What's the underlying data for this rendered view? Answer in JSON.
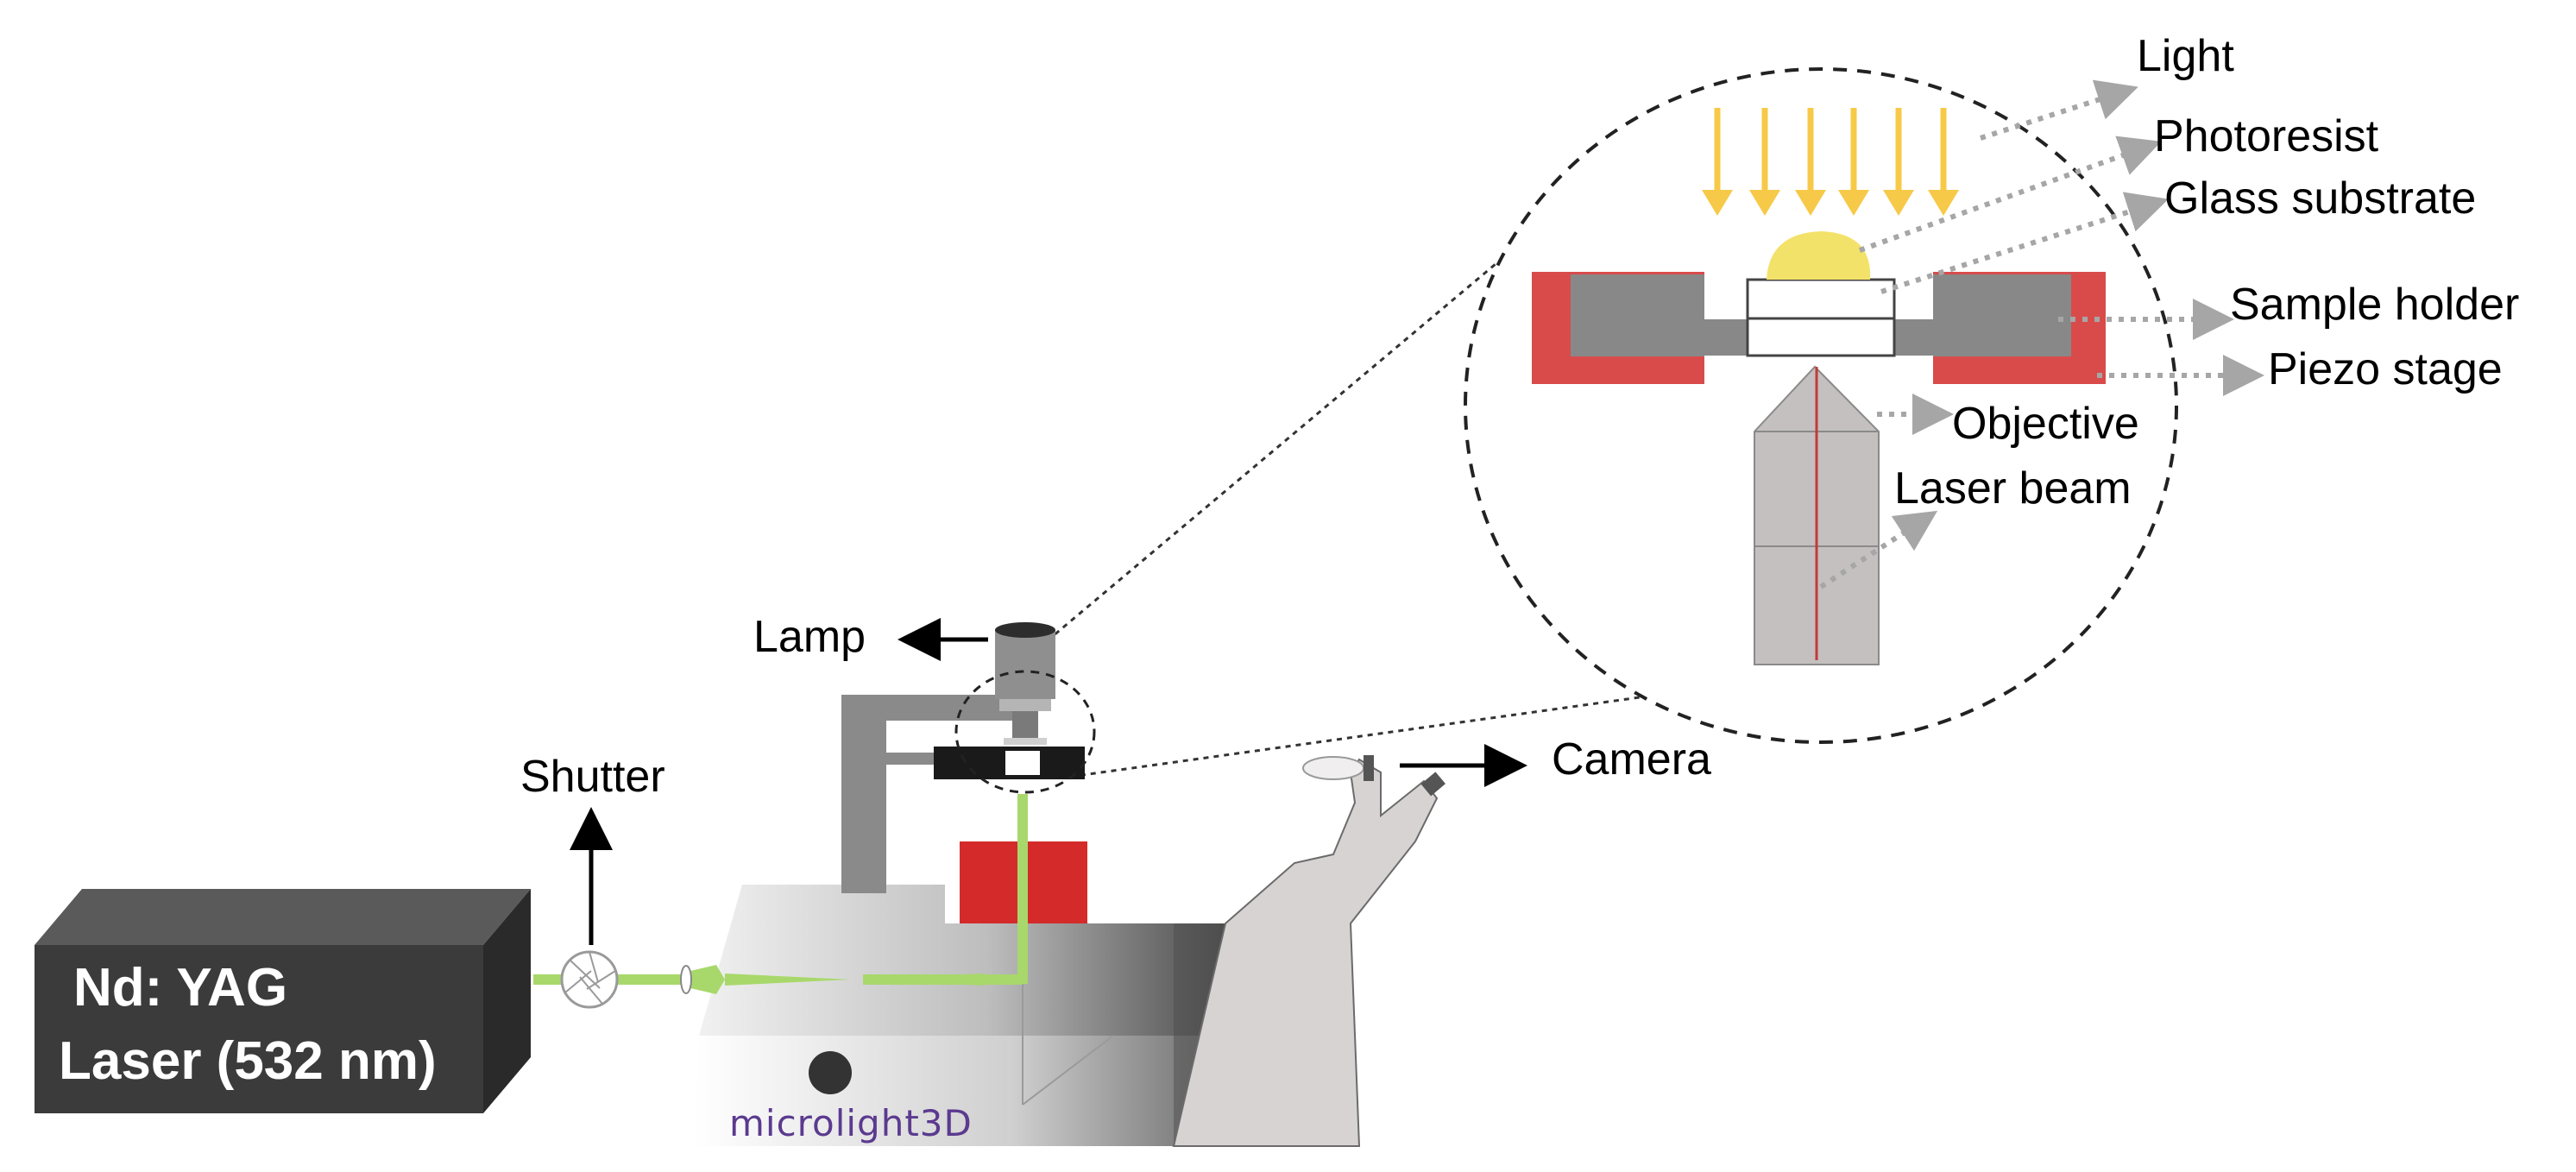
{
  "labels": {
    "light": "Light",
    "photoresist": "Photoresist",
    "glass_substrate": "Glass substrate",
    "sample_holder": "Sample holder",
    "piezo_stage": "Piezo stage",
    "objective": "Objective",
    "laser_beam": "Laser beam",
    "lamp": "Lamp",
    "camera": "Camera",
    "shutter": "Shutter"
  },
  "laser_box": {
    "line1": "Nd: YAG",
    "line2": "Laser (532 nm)"
  },
  "logo": {
    "text": "microlight3D"
  },
  "colors": {
    "laser_green": "#a8d86b",
    "holder_red": "#d94b4b",
    "stage_gray": "#888888",
    "light_arrow": "#f7c948",
    "photoresist": "#f3e26a",
    "dotted_leader": "#a6a6a6",
    "beam_red": "#c23a3a",
    "laser_box": "#3b3b3b",
    "logo_purple": "#5b3a8f"
  }
}
